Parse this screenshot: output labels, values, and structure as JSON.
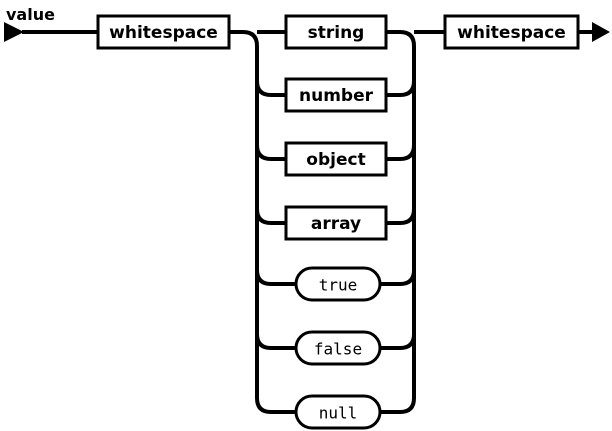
{
  "diagram": {
    "kind": "railroad-syntax-diagram",
    "rule_name": "value",
    "colors": {
      "background": "#ffffff",
      "line": "#000000",
      "node_fill": "#ffffff",
      "text": "#000000"
    },
    "start_marker": "triangle-arrowhead",
    "end_marker": "arrow-right",
    "sequence": [
      {
        "id": "ws-left",
        "label": "whitespace",
        "shape": "rectangle",
        "type": "nonterminal"
      },
      {
        "id": "alternatives",
        "type": "choice",
        "options": [
          {
            "id": "opt-string",
            "label": "string",
            "shape": "rectangle",
            "type": "nonterminal"
          },
          {
            "id": "opt-number",
            "label": "number",
            "shape": "rectangle",
            "type": "nonterminal"
          },
          {
            "id": "opt-object",
            "label": "object",
            "shape": "rectangle",
            "type": "nonterminal"
          },
          {
            "id": "opt-array",
            "label": "array",
            "shape": "rectangle",
            "type": "nonterminal"
          },
          {
            "id": "opt-true",
            "label": "true",
            "shape": "stadium",
            "type": "terminal"
          },
          {
            "id": "opt-false",
            "label": "false",
            "shape": "stadium",
            "type": "terminal"
          },
          {
            "id": "opt-null",
            "label": "null",
            "shape": "stadium",
            "type": "terminal"
          }
        ]
      },
      {
        "id": "ws-right",
        "label": "whitespace",
        "shape": "rectangle",
        "type": "nonterminal"
      }
    ]
  }
}
